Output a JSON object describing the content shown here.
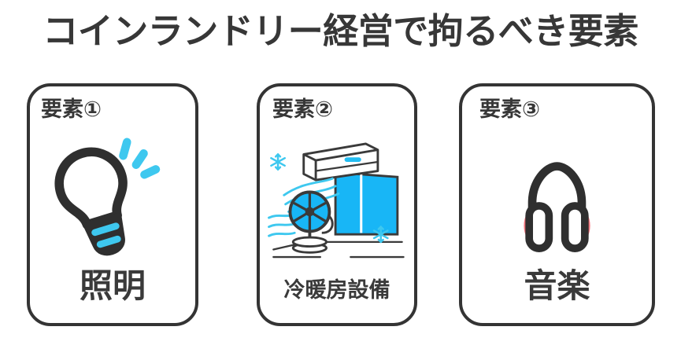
{
  "header": {
    "title": "コインランドリー経営で拘るべき要素"
  },
  "theme": {
    "ink": "#373737",
    "accent_cyan": "#3ec8ef",
    "window_blue": "#18b6f6",
    "ear_pad_red": "#f4737c",
    "background": "#ffffff"
  },
  "cards": [
    {
      "badge": "要素①",
      "caption": "照明",
      "icon": "lightbulb-icon",
      "icon_parts": [
        "bulb-outline",
        "bulb-base-stripes",
        "sparkle-lines"
      ]
    },
    {
      "badge": "要素②",
      "caption": "冷暖房設備",
      "icon": "air-conditioner-room-icon",
      "icon_parts": [
        "air-conditioner",
        "airflow-lines",
        "electric-fan",
        "window",
        "snowflake-left",
        "snowflake-right",
        "floor-lines"
      ]
    },
    {
      "badge": "要素③",
      "caption": "音楽",
      "icon": "headphones-icon",
      "icon_parts": [
        "headband",
        "left-earcup",
        "right-earcup",
        "ear-pads"
      ]
    }
  ]
}
